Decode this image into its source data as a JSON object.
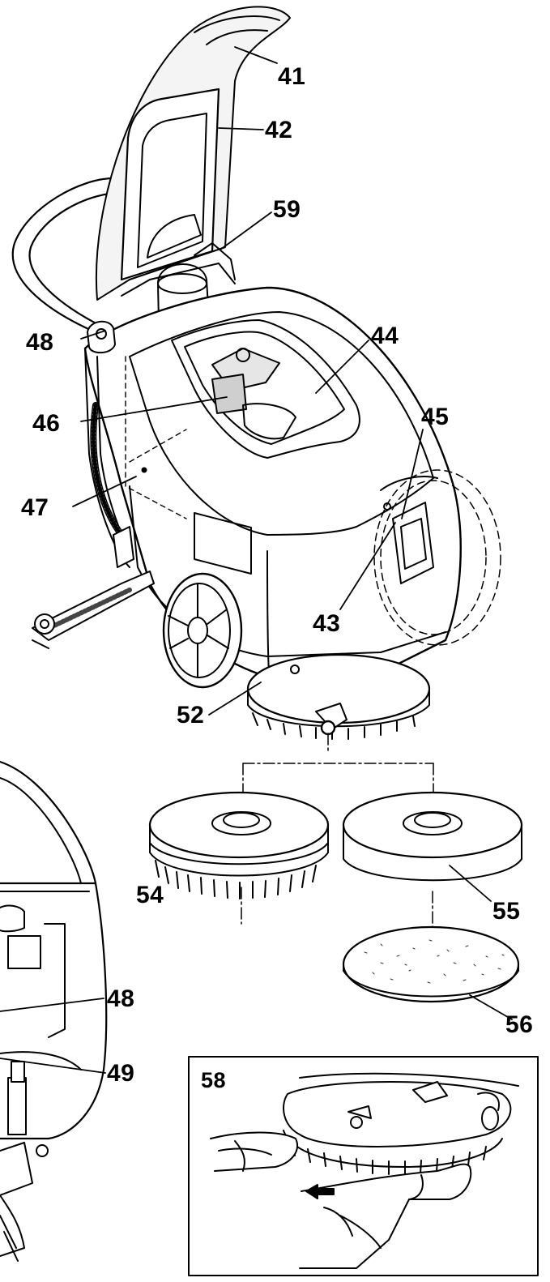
{
  "labels": {
    "l41": "41",
    "l42": "42",
    "l59": "59",
    "l44": "44",
    "l48a": "48",
    "l46": "46",
    "l45": "45",
    "l47": "47",
    "l43": "43",
    "l52": "52",
    "l54": "54",
    "l55": "55",
    "l56": "56",
    "l48b": "48",
    "l49": "49",
    "l58": "58"
  },
  "colors": {
    "line": "#000000",
    "background": "#ffffff",
    "shade": "#e6e6e6"
  }
}
